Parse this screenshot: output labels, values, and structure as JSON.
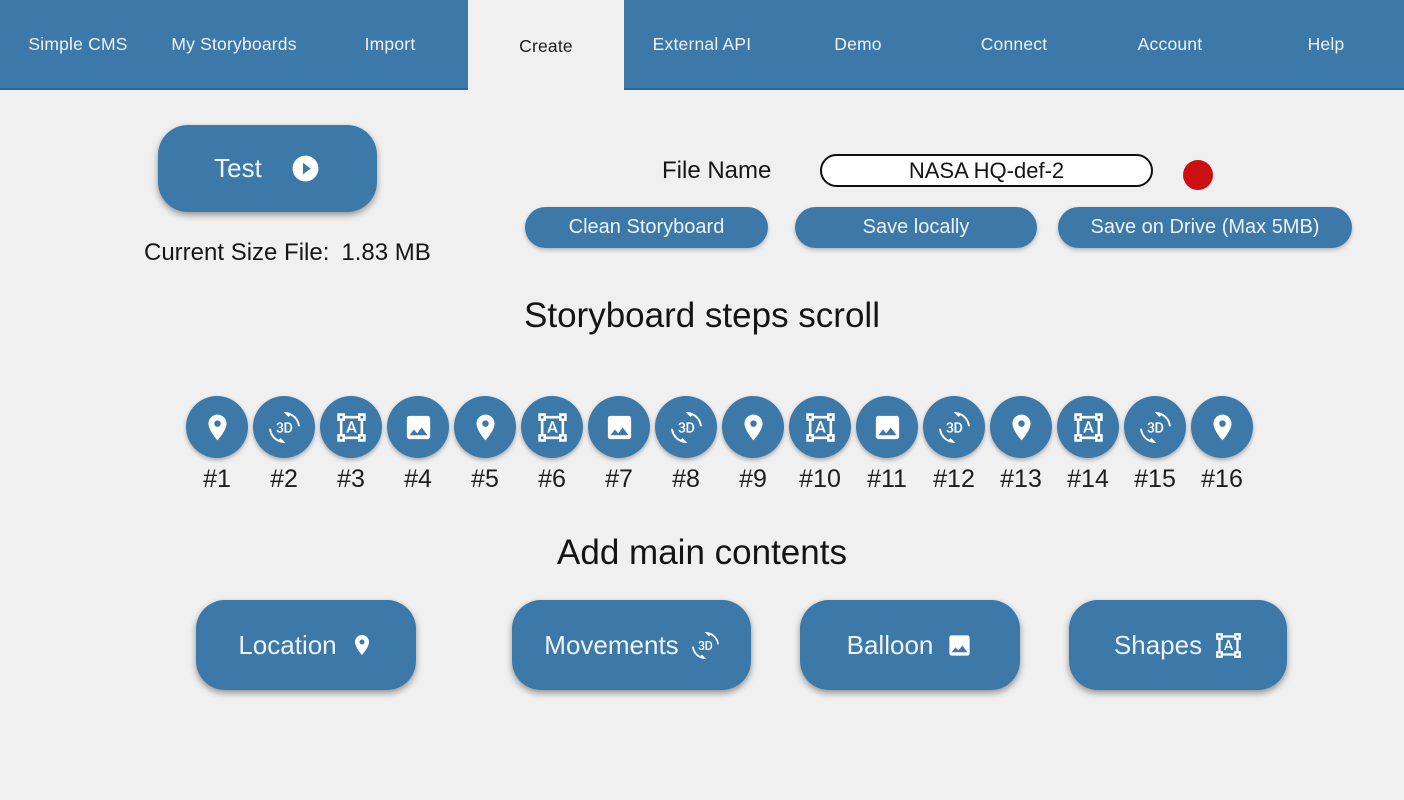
{
  "colors": {
    "primary_blue": "#3c79a9",
    "nav_bottom_line": "#2d6590",
    "page_background": "#f0f0f1",
    "record_dot_red": "#cc0f10",
    "input_border": "#0f0f0f"
  },
  "nav": {
    "items": [
      {
        "label": "Simple CMS"
      },
      {
        "label": "My Storyboards"
      },
      {
        "label": "Import"
      },
      {
        "label": "Create",
        "active": true
      },
      {
        "label": "External API"
      },
      {
        "label": "Demo"
      },
      {
        "label": "Connect"
      },
      {
        "label": "Account"
      },
      {
        "label": "Help"
      }
    ]
  },
  "toolbar": {
    "test_label": "Test",
    "current_size_label": "Current Size File:",
    "current_size_value": "1.83 MB",
    "file_name_label": "File Name",
    "file_name_value": "NASA HQ-def-2",
    "clean_label": "Clean Storyboard",
    "save_locally_label": "Save locally",
    "save_drive_label": "Save on Drive (Max 5MB)"
  },
  "steps": {
    "heading": "Storyboard steps scroll",
    "items": [
      {
        "label": "#1",
        "icon": "place-icon"
      },
      {
        "label": "#2",
        "icon": "threed-rotation-icon"
      },
      {
        "label": "#3",
        "icon": "format-shapes-icon"
      },
      {
        "label": "#4",
        "icon": "image-icon"
      },
      {
        "label": "#5",
        "icon": "place-icon"
      },
      {
        "label": "#6",
        "icon": "format-shapes-icon"
      },
      {
        "label": "#7",
        "icon": "image-icon"
      },
      {
        "label": "#8",
        "icon": "threed-rotation-icon"
      },
      {
        "label": "#9",
        "icon": "place-icon"
      },
      {
        "label": "#10",
        "icon": "format-shapes-icon"
      },
      {
        "label": "#11",
        "icon": "image-icon"
      },
      {
        "label": "#12",
        "icon": "threed-rotation-icon"
      },
      {
        "label": "#13",
        "icon": "place-icon"
      },
      {
        "label": "#14",
        "icon": "format-shapes-icon"
      },
      {
        "label": "#15",
        "icon": "threed-rotation-icon"
      },
      {
        "label": "#16",
        "icon": "place-icon"
      }
    ]
  },
  "contents": {
    "heading": "Add main contents",
    "buttons": [
      {
        "label": "Location",
        "icon": "place-icon"
      },
      {
        "label": "Movements",
        "icon": "threed-rotation-icon"
      },
      {
        "label": "Balloon",
        "icon": "image-icon"
      },
      {
        "label": "Shapes",
        "icon": "format-shapes-icon"
      }
    ]
  }
}
